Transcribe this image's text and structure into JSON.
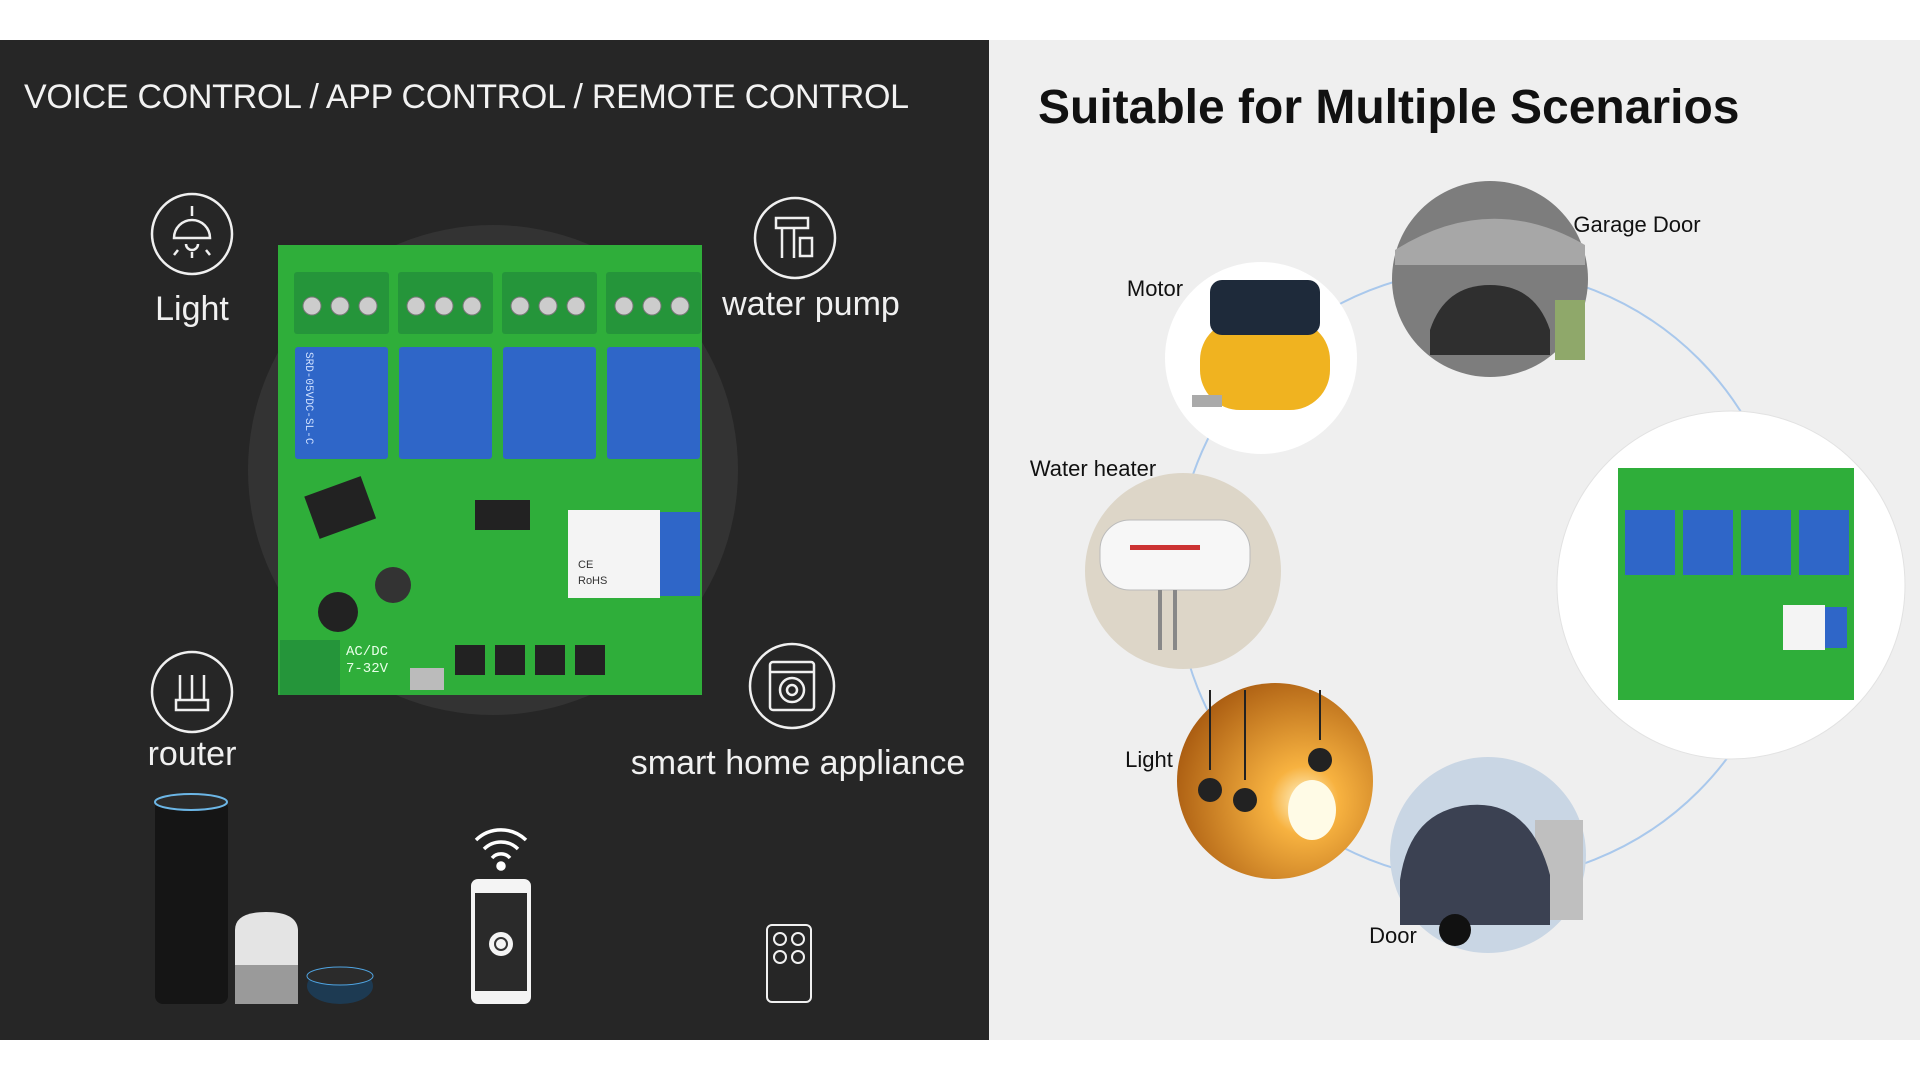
{
  "left_panel": {
    "title": "VOICE CONTROL / APP CONTROL / REMOTE CONTROL",
    "features": [
      {
        "label": "Light",
        "icon": "ceiling-lamp-icon"
      },
      {
        "label": "water pump",
        "icon": "water-pump-icon"
      },
      {
        "label": "router",
        "icon": "router-icon"
      },
      {
        "label": "smart home appliance",
        "icon": "washing-machine-icon"
      }
    ],
    "pcb_markings": {
      "power": "AC/DC",
      "voltage": "7-32V",
      "relay": "SRD-05VDC-SL-C",
      "module_ce": "CE",
      "module_rohs": "RoHS"
    },
    "controls": [
      "smart-speakers",
      "wifi-icon",
      "phone-app",
      "remote-control-icon"
    ]
  },
  "right_panel": {
    "title": "Suitable for Multiple Scenarios",
    "scenarios": [
      {
        "label": "Garage Door"
      },
      {
        "label": "Motor"
      },
      {
        "label": "Water heater"
      },
      {
        "label": "Light"
      },
      {
        "label": "Door"
      }
    ]
  },
  "colors": {
    "dark_bg": "#262626",
    "light_bg": "#efefef",
    "pcb_green": "#2fae3a",
    "relay_blue": "#2f66c8",
    "connector_line": "#a9c8ec"
  }
}
